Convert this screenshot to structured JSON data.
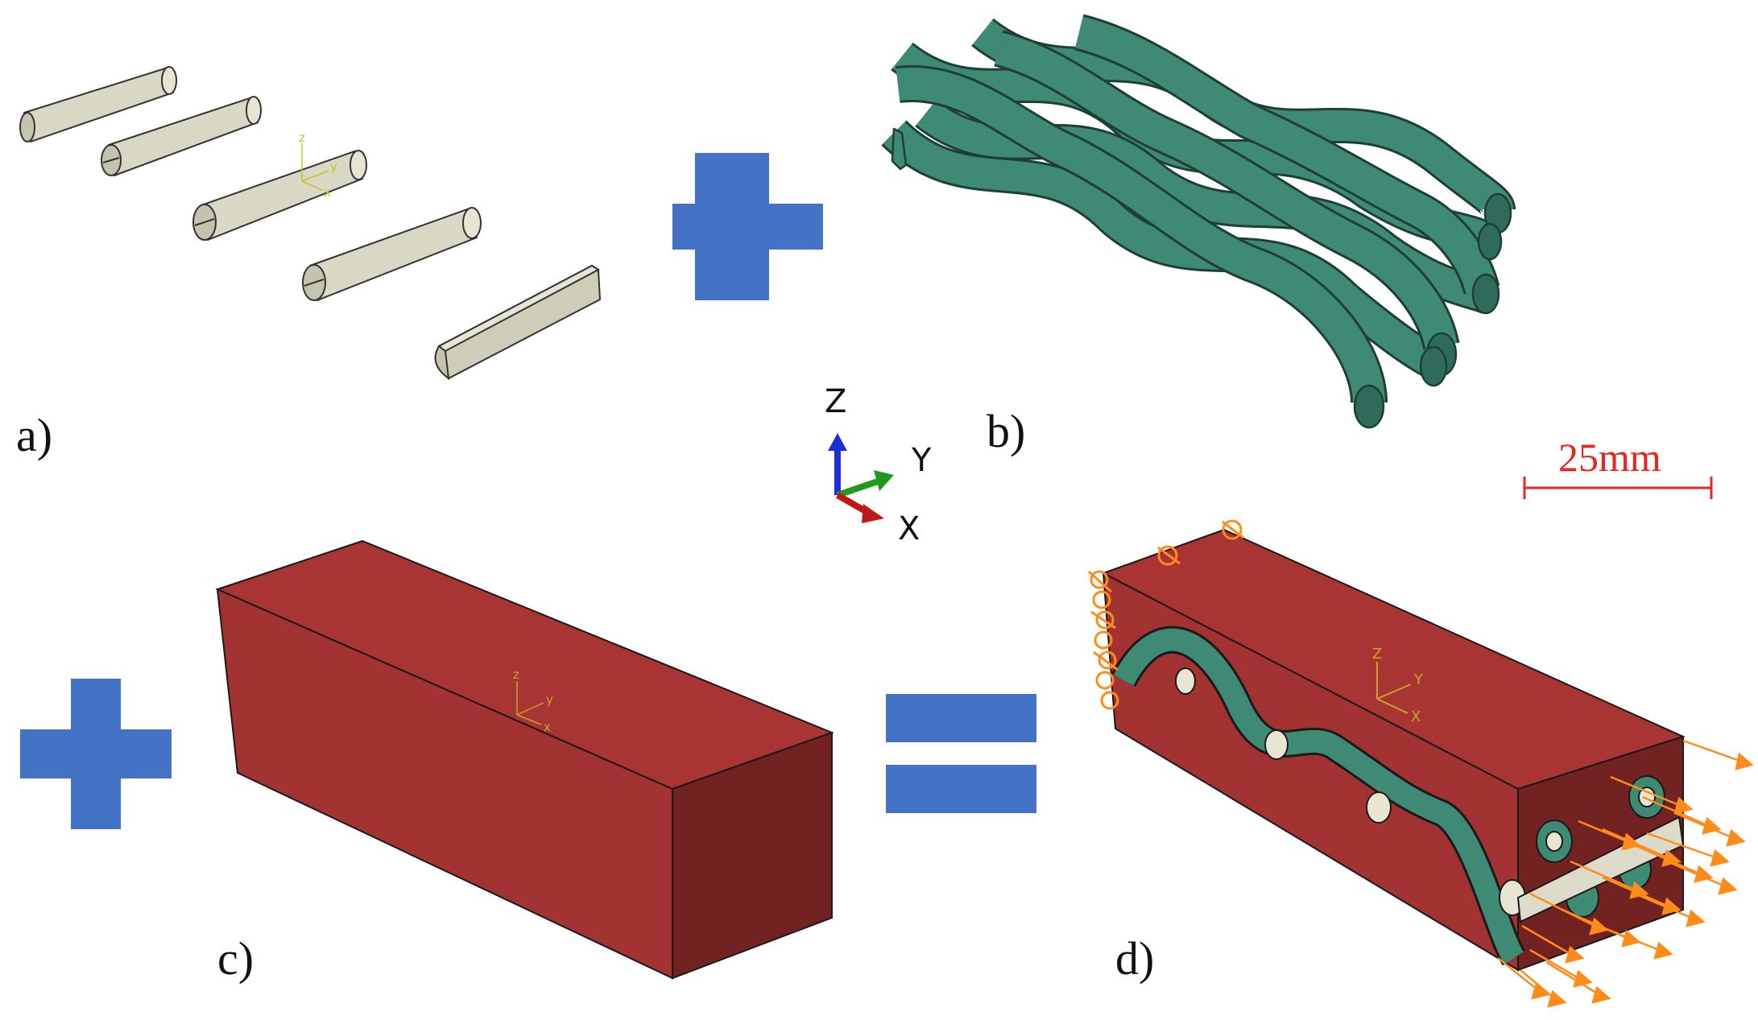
{
  "figure": {
    "panel_labels": {
      "a": "a)",
      "b": "b)",
      "c": "c)",
      "d": "d)"
    },
    "global_triad": {
      "z": "Z",
      "y": "Y",
      "x": "X"
    },
    "scale_bar": {
      "label": "25mm"
    },
    "local_triad": {
      "z": "z",
      "y": "y",
      "x": "x"
    },
    "local_triad_d": {
      "z": "Z",
      "y": "Y",
      "x": "X"
    }
  },
  "colors": {
    "fiber": "#d9d8c4",
    "fiber_end": "#c4c3ad",
    "yarn": "#3f8a75",
    "yarn_shadow": "#2f6b5a",
    "matrix_top": "#a83434",
    "matrix_front": "#a33232",
    "matrix_side": "#732222",
    "operator": "#4472c4",
    "load_arrow": "#ff8c1a",
    "scale_bar": "#e8261e",
    "axis_z": "#1c2fd6",
    "axis_y": "#1f9a1f",
    "axis_x": "#c01818",
    "local_triad": "#c9a227"
  },
  "icons": [
    "plus-operator",
    "equals-operator",
    "global-axis-triad",
    "boundary-condition-symbol",
    "load-arrow"
  ]
}
